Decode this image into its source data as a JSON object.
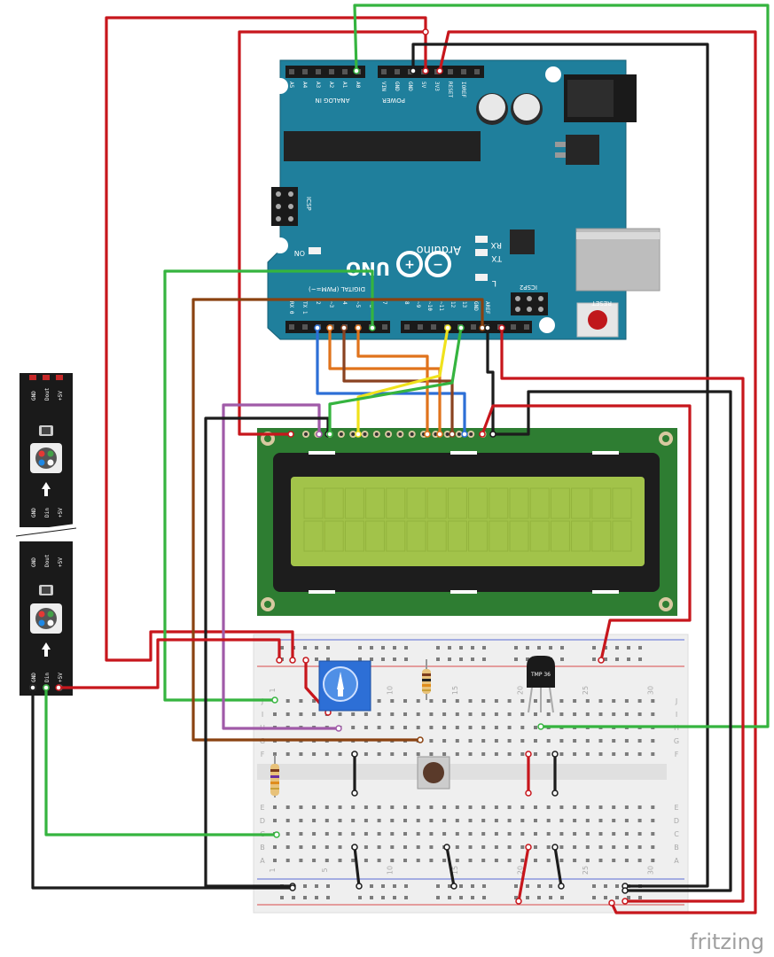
{
  "colors": {
    "arduino": "#1f7f9c",
    "wire_red": "#c7161c",
    "wire_black": "#1c1c1c",
    "wire_green": "#35b43f",
    "wire_blue": "#2d6fd6",
    "wire_brown": "#8a4210",
    "wire_orange": "#e0731c",
    "wire_yellow": "#f0e21c",
    "wire_purple": "#a05aa8",
    "lcd_board": "#2e7d32",
    "lcd_screen": "#a2c34a",
    "breadboard": "#efefef"
  },
  "arduino": {
    "brand": "Arduino",
    "model": "UNO",
    "analog_header": "ANALOG IN",
    "analog_pins": [
      "A5",
      "A4",
      "A3",
      "A2",
      "A1",
      "A0"
    ],
    "power_header": "POWER",
    "power_pins": [
      "VIN",
      "GND",
      "GND",
      "5V",
      "3V3",
      "RESET",
      "IOREF"
    ],
    "digital_header": "DIGITAL (PWM=~)",
    "digital_pins_low": [
      "RX 0",
      "TX 1",
      "2",
      "~3",
      "4",
      "~5",
      "~6",
      "7"
    ],
    "digital_pins_high": [
      "8",
      "~9",
      "~10",
      "~11",
      "12",
      "13",
      "GND",
      "AREF"
    ],
    "icsp": "ICSP",
    "icsp2": "ICSP2",
    "reset": "RESET",
    "leds": [
      "RX",
      "TX",
      "L",
      "ON"
    ]
  },
  "led_strip": {
    "top_pins": [
      "GND",
      "Dout",
      "+5V"
    ],
    "bottom_pins": [
      "GND",
      "Din",
      "+5V"
    ]
  },
  "breadboard": {
    "col_numbers": [
      "1",
      "5",
      "10",
      "15",
      "20",
      "25",
      "30"
    ],
    "row_letters_top": [
      "J",
      "I",
      "H",
      "G",
      "F"
    ],
    "row_letters_bottom": [
      "E",
      "D",
      "C",
      "B",
      "A"
    ]
  },
  "sensor_label": "TMP 36",
  "watermark": "fritzing"
}
